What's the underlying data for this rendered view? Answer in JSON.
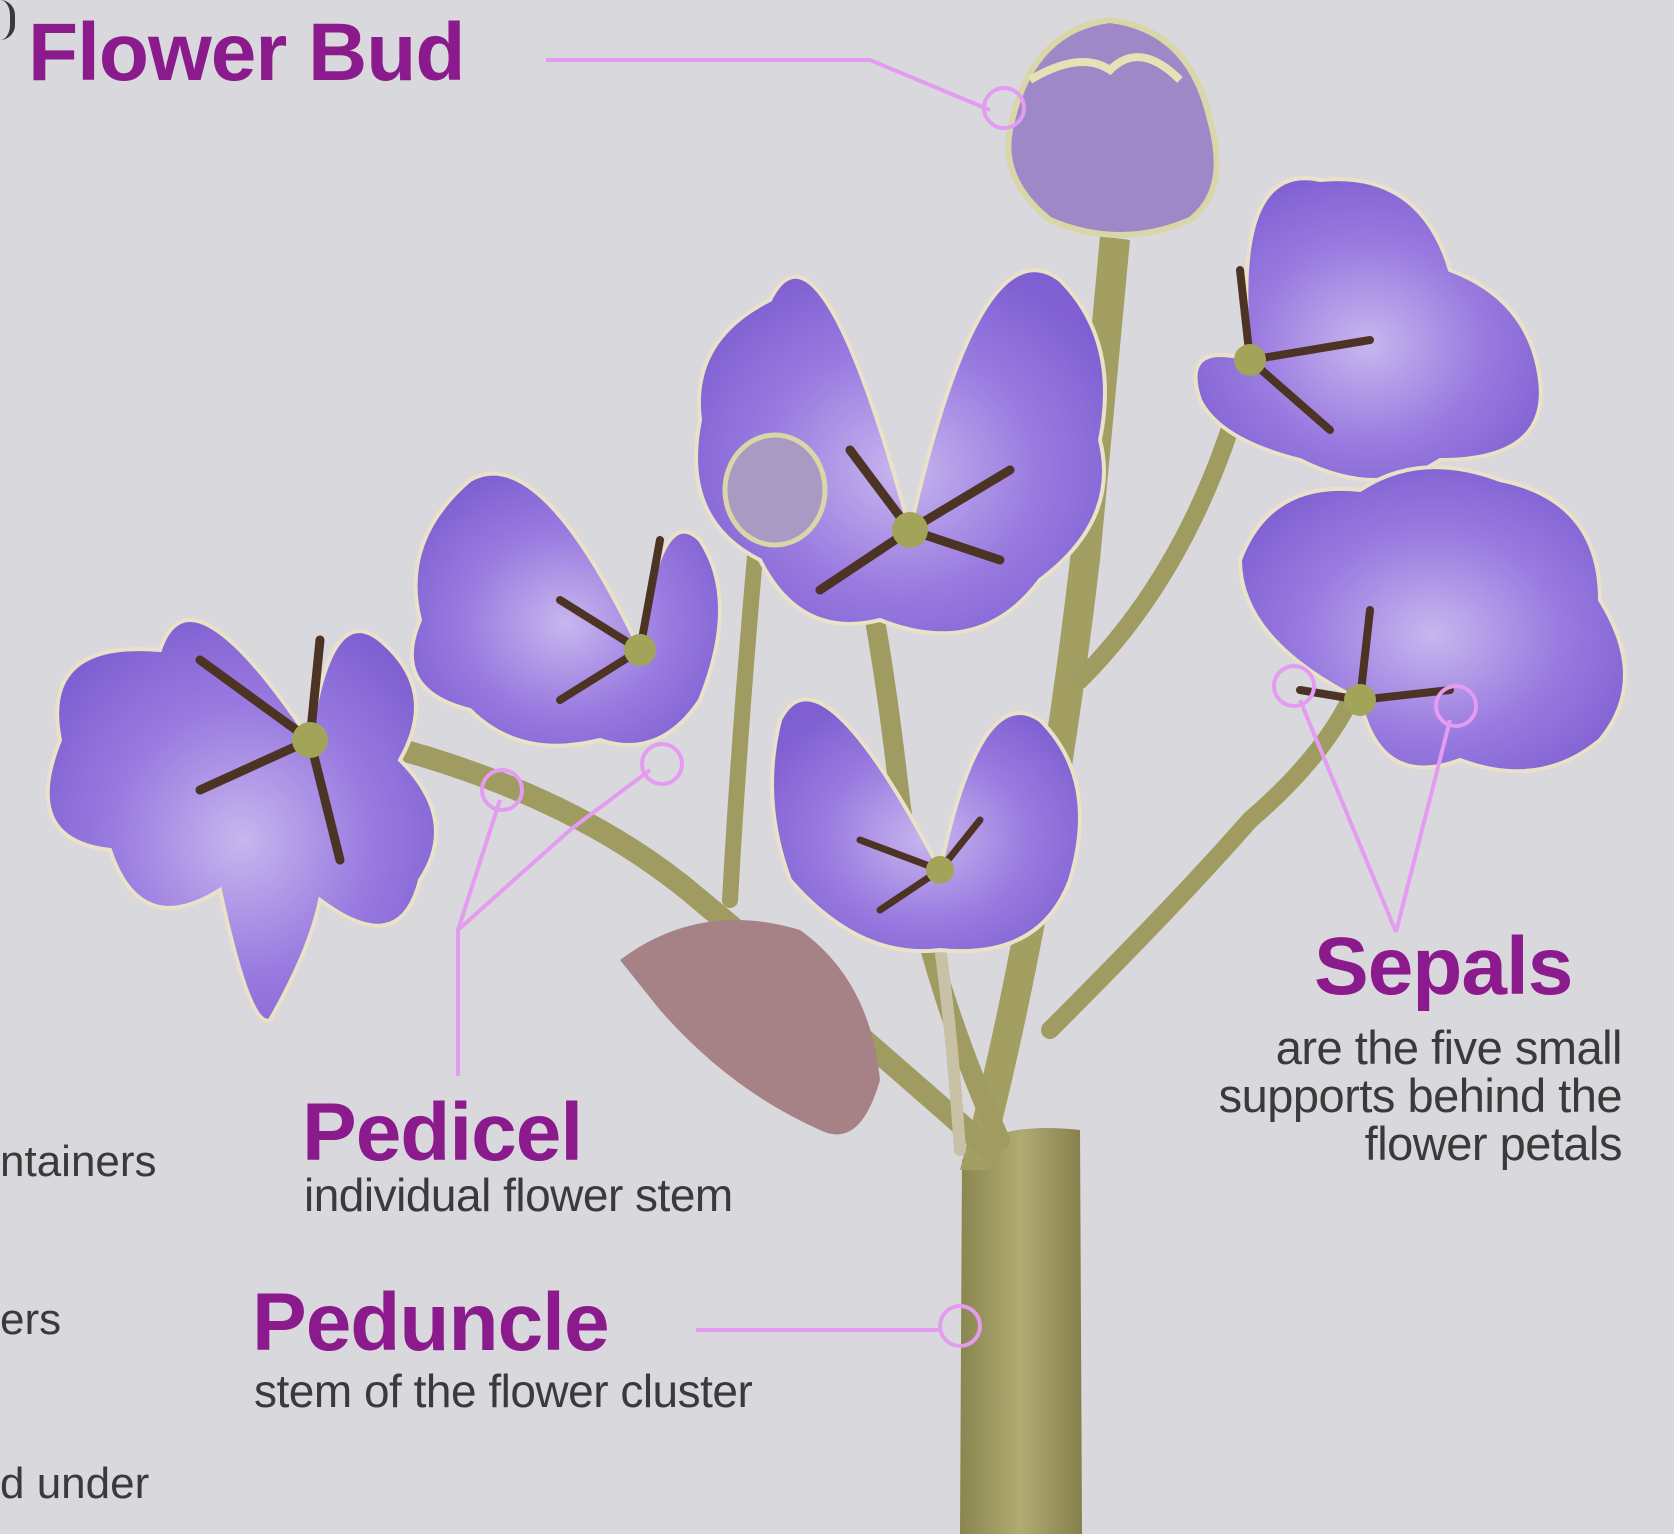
{
  "labels": {
    "flower_bud": {
      "title": "Flower Bud"
    },
    "pedicel": {
      "title": "Pedicel",
      "description": "individual flower stem"
    },
    "peduncle": {
      "title": "Peduncle",
      "description": "stem of the flower cluster"
    },
    "sepals": {
      "title": "Sepals",
      "description": "are the five small supports behind the flower petals"
    }
  },
  "cropped_text": [
    "ntainers",
    "ers",
    "d under"
  ],
  "colors": {
    "label_text": "#8b1a8c",
    "leader_line": "#e39cf0",
    "body_text": "#3a3a3a",
    "background": "#d9d8dd",
    "petal": "#9a7be0",
    "stem": "#9e9a5c"
  }
}
